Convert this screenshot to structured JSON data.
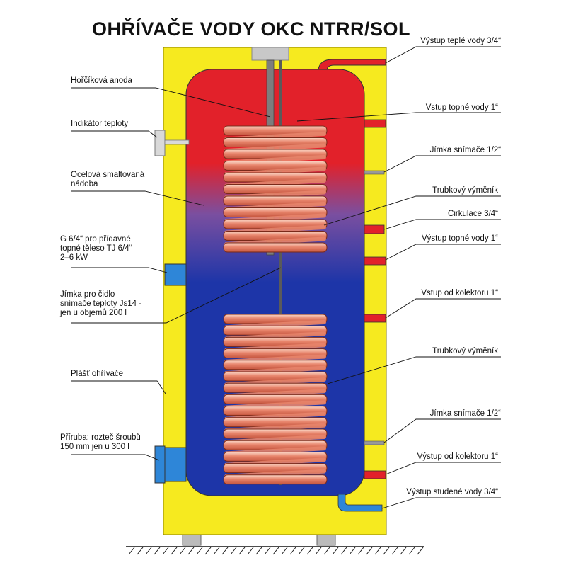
{
  "diagram": {
    "title": "OHŘÍVAČE VODY OKC NTRR/SOL",
    "colors": {
      "casing": "#f6ea1f",
      "hot": "#e2212a",
      "cold": "#1d35a8",
      "coil": "#e8856c",
      "coil_highlight": "#fbd8c8",
      "leader": "#111111"
    },
    "labels_left": [
      {
        "id": "anode",
        "text": "Hořčíková anoda"
      },
      {
        "id": "thermometer",
        "text": "Indikátor teploty"
      },
      {
        "id": "vessel",
        "text": "Ocelová smaltovaná\nnádoba"
      },
      {
        "id": "heater",
        "text": "G 6/4“ pro přídavné\ntopné těleso TJ 6/4“\n2–6 kW"
      },
      {
        "id": "sensor-well",
        "text": "Jímka pro čidlo\nsnímače teploty Js14 -\njen u objemů 200 l"
      },
      {
        "id": "jacket",
        "text": "Plášť ohřívače"
      },
      {
        "id": "flange",
        "text": "Příruba: rozteč šroubů\n150 mm jen u 300 l"
      }
    ],
    "labels_right": [
      {
        "id": "hot-out",
        "text": "Výstup teplé vody 3/4“"
      },
      {
        "id": "heat-in",
        "text": "Vstup topné vody 1“"
      },
      {
        "id": "well-top",
        "text": "Jímka snímače 1/2“"
      },
      {
        "id": "exchanger-top",
        "text": "Trubkový výměník"
      },
      {
        "id": "circulation",
        "text": "Cirkulace 3/4“"
      },
      {
        "id": "heat-out",
        "text": "Výstup topné vody 1“"
      },
      {
        "id": "collector-in",
        "text": "Vstup od kolektoru 1“"
      },
      {
        "id": "exchanger-bottom",
        "text": "Trubkový výměník"
      },
      {
        "id": "well-bottom",
        "text": "Jímka snímače 1/2“"
      },
      {
        "id": "collector-out",
        "text": "Výstup od kolektoru 1“"
      },
      {
        "id": "cold-in",
        "text": "Výstup studené vody 3/4“"
      }
    ]
  }
}
